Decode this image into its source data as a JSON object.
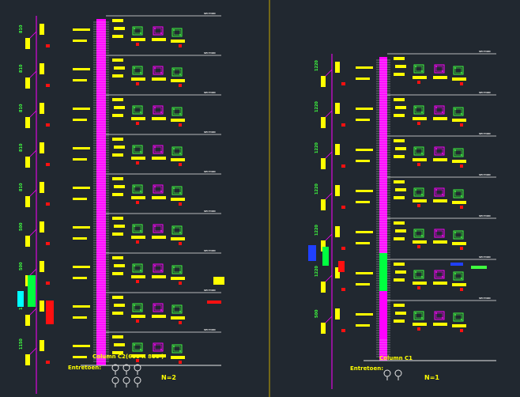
{
  "sheet": {
    "background": "#212830",
    "divider_color": "#c8a800"
  },
  "colors": {
    "rebar_magenta": "#ff00ff",
    "tag_yellow": "#ffff00",
    "mark_red": "#ff1010",
    "mark_green": "#00ff40",
    "mark_cyan": "#00ffff",
    "mark_blue": "#2040ff",
    "dim_green": "#40ff40",
    "white_line": "#e8e8e8"
  },
  "panels": [
    {
      "id": "left",
      "title": "Column C2(600 X 800 )",
      "legend_label": "Entretoen:",
      "count_label": "N=2",
      "legend_icons": [
        "stirrup-icon",
        "stirrup-icon",
        "stirrup-icon",
        "stirrup-icon",
        "stirrup-icon",
        "stirrup-icon"
      ],
      "floors": 9,
      "dims": [
        "810",
        "810",
        "810",
        "810",
        "810",
        "500",
        "500",
        "1120",
        "1150"
      ]
    },
    {
      "id": "right",
      "title": "Column C1",
      "legend_label": "Entretoen:",
      "count_label": "N=1",
      "legend_icons": [
        "stirrup-icon",
        "stirrup-icon"
      ],
      "floors": 7,
      "dims": [
        "1220",
        "1220",
        "1220",
        "1220",
        "1220",
        "1220",
        "500"
      ]
    }
  ]
}
